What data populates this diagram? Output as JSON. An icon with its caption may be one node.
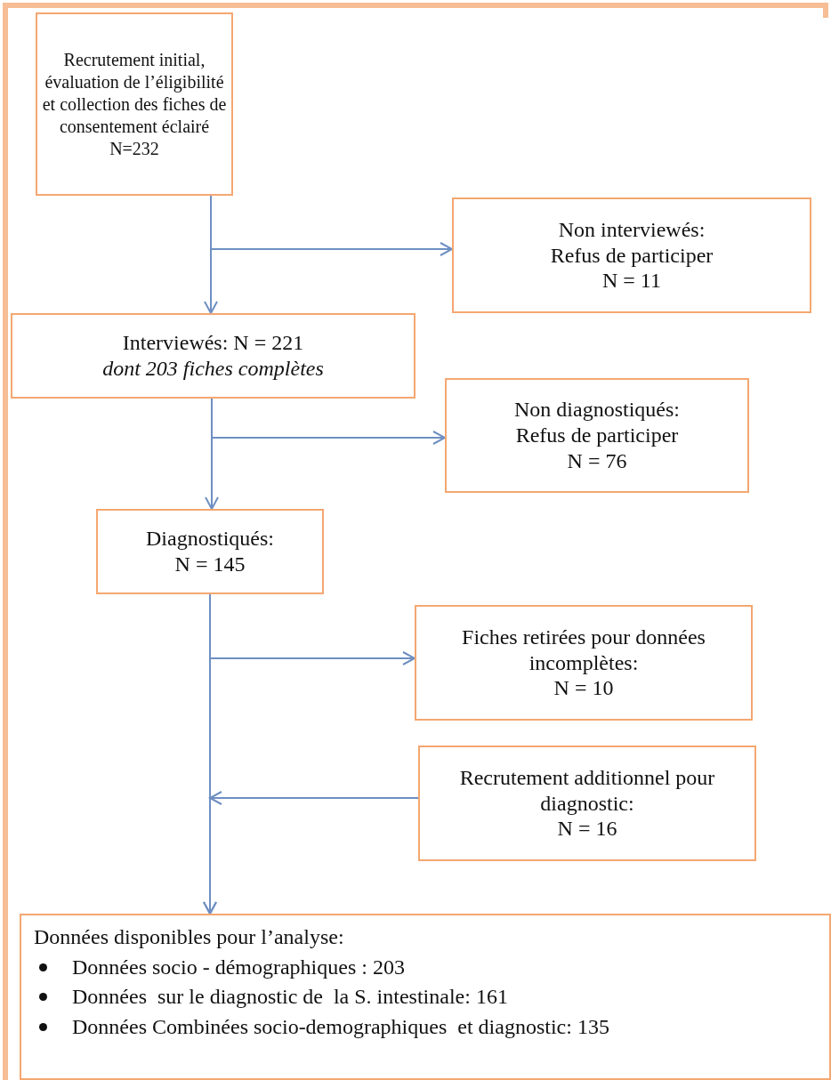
{
  "diagram": {
    "nodes": [
      {
        "text": [
          "Recrutement initial, évaluation de l’éligibilité et collection des fiches de consentement éclairé",
          "N=232"
        ]
      },
      {
        "text": [
          "Non interviewés:",
          "Refus de participer",
          "N = 11"
        ]
      },
      {
        "text": [
          "Interviewés: N = 221",
          "dont 203 fiches complètes"
        ]
      },
      {
        "text": [
          "Non diagnostiqués:",
          "Refus de participer",
          "N = 76"
        ]
      },
      {
        "text": [
          "Diagnostiqués:",
          "N = 145"
        ]
      },
      {
        "text": [
          "Fiches retirées pour données incomplètes:",
          "N = 10"
        ]
      },
      {
        "text": [
          "Recrutement additionnel pour diagnostic:",
          "N = 16"
        ]
      },
      {
        "text": [
          "Données disponibles pour l’analyse:",
          "Données socio - démographiques : 203",
          "Données  sur le diagnostic de  la S. intestinale: 161",
          "Données Combinées socio-demographiques  et diagnostic: 135"
        ]
      }
    ],
    "edges": [
      {
        "from": 0,
        "to": 2,
        "arrow": "to"
      },
      {
        "from": 0,
        "to": 1,
        "arrow": "to"
      },
      {
        "from": 2,
        "to": 4,
        "arrow": "to"
      },
      {
        "from": 2,
        "to": 3,
        "arrow": "to"
      },
      {
        "from": 4,
        "to": 7,
        "arrow": "to"
      },
      {
        "from": 4,
        "to": 5,
        "arrow": "to"
      },
      {
        "from": 6,
        "to": 7,
        "arrow": "to"
      }
    ]
  }
}
